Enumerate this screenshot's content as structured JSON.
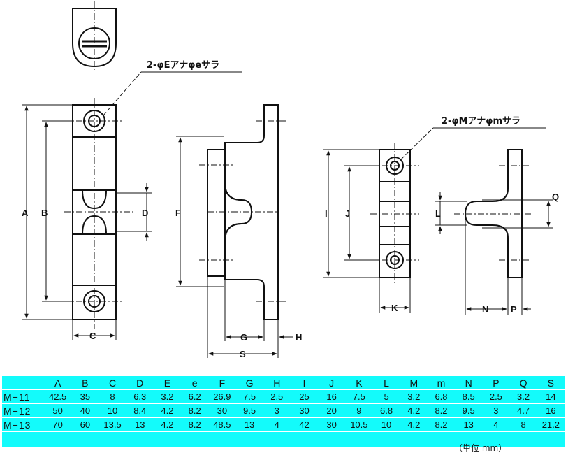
{
  "callouts": {
    "hole_e": "2-φEアナφeサラ",
    "hole_m": "2-φMアナφmサラ"
  },
  "dimension_labels": {
    "A": "A",
    "B": "B",
    "C": "C",
    "D": "D",
    "F": "F",
    "G": "G",
    "H": "H",
    "S": "S",
    "I": "I",
    "J": "J",
    "K": "K",
    "L": "L",
    "N": "N",
    "P": "P",
    "Q": "Q"
  },
  "table": {
    "columns": [
      "A",
      "B",
      "C",
      "D",
      "E",
      "e",
      "F",
      "G",
      "H",
      "I",
      "J",
      "K",
      "L",
      "M",
      "m",
      "N",
      "P",
      "Q",
      "S"
    ],
    "rows": [
      {
        "model": "M−11",
        "values": [
          "42.5",
          "35",
          "8",
          "6.3",
          "3.2",
          "6.2",
          "26.9",
          "7.5",
          "2.5",
          "25",
          "16",
          "7.5",
          "5",
          "3.2",
          "6.8",
          "8.5",
          "2.5",
          "3.2",
          "14"
        ]
      },
      {
        "model": "M−12",
        "values": [
          "50",
          "40",
          "10",
          "8.4",
          "4.2",
          "8.2",
          "30",
          "9.5",
          "3",
          "30",
          "20",
          "9",
          "6.8",
          "4.2",
          "8.2",
          "9.5",
          "3",
          "4.7",
          "16"
        ]
      },
      {
        "model": "M−13",
        "values": [
          "70",
          "60",
          "13.5",
          "13",
          "4.2",
          "8.2",
          "48.5",
          "13",
          "4",
          "42",
          "30",
          "10.5",
          "10",
          "4.2",
          "8.2",
          "13",
          "4",
          "8",
          "21.2"
        ]
      }
    ]
  },
  "unit_note": "（単位 mm）"
}
